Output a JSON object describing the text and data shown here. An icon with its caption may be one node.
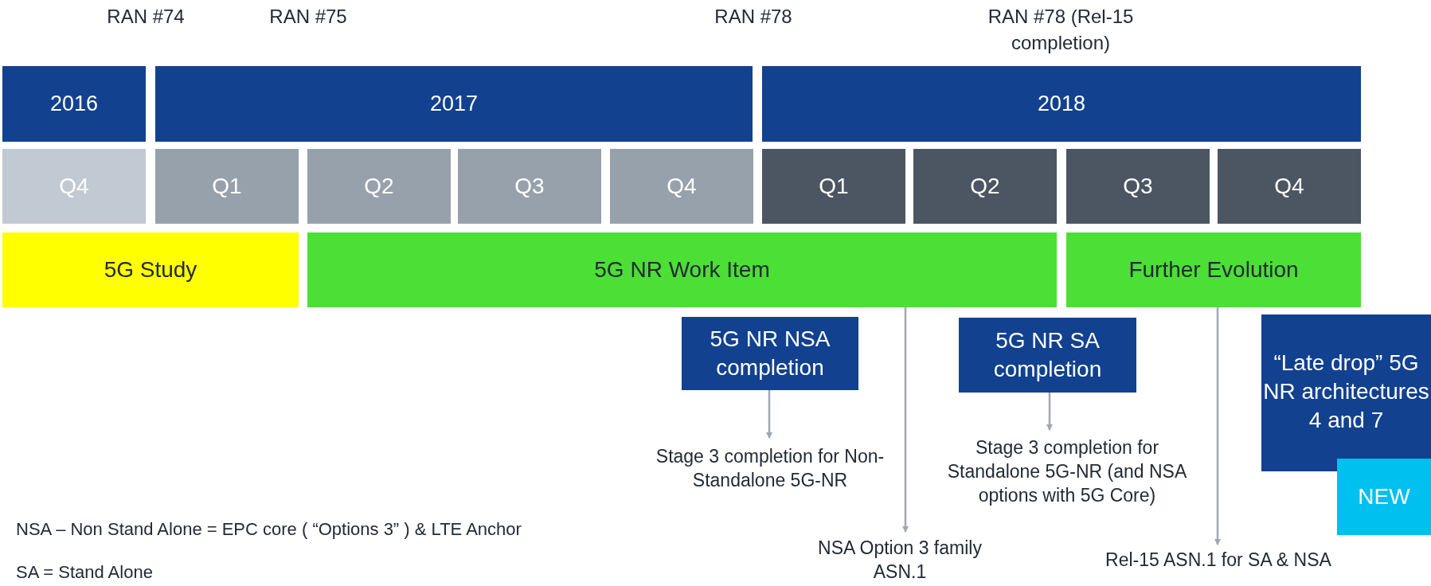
{
  "diagram": {
    "nodes": [
      {
        "text": [
          "2016"
        ]
      },
      {
        "text": [
          "2017"
        ]
      },
      {
        "text": [
          "2018"
        ]
      },
      {
        "text": [
          "Q4"
        ]
      },
      {
        "text": [
          "Q1"
        ]
      },
      {
        "text": [
          "Q2"
        ]
      },
      {
        "text": [
          "Q3"
        ]
      },
      {
        "text": [
          "Q4"
        ]
      },
      {
        "text": [
          "Q1"
        ]
      },
      {
        "text": [
          "Q2"
        ]
      },
      {
        "text": [
          "Q3"
        ]
      },
      {
        "text": [
          "Q4"
        ]
      },
      {
        "text": [
          "5G Study"
        ]
      },
      {
        "text": [
          "5G NR Work Item"
        ]
      },
      {
        "text": [
          "Further Evolution"
        ]
      },
      {
        "text": [
          "5G NR NSA completion"
        ]
      },
      {
        "text": [
          "Stage 3 completion for Non-Standalone 5G-NR"
        ]
      },
      {
        "text": [
          "NSA Option 3 family ASN.1"
        ]
      },
      {
        "text": [
          "5G NR SA completion"
        ]
      },
      {
        "text": [
          "Stage 3 completion for Standalone 5G-NR (and NSA options with 5G Core)"
        ]
      },
      {
        "text": [
          "Rel-15 ASN.1 for SA & NSA"
        ]
      },
      {
        "text": [
          "“Late drop” 5G NR architectures 4 and 7"
        ]
      },
      {
        "text": [
          "NEW"
        ]
      }
    ],
    "edges": [
      {
        "from": 15,
        "to": 16,
        "arrow": "to"
      },
      {
        "from": 13,
        "to": 17,
        "arrow": "to"
      },
      {
        "from": 18,
        "to": 19,
        "arrow": "to"
      },
      {
        "from": 14,
        "to": 20,
        "arrow": "to"
      }
    ],
    "labels": [
      "RAN #74",
      "RAN #75",
      "RAN #78",
      "RAN #78 (Rel-15 completion)",
      "NSA – Non Stand Alone = EPC core ( “Options 3” ) & LTE Anchor",
      "SA = Stand Alone"
    ]
  }
}
